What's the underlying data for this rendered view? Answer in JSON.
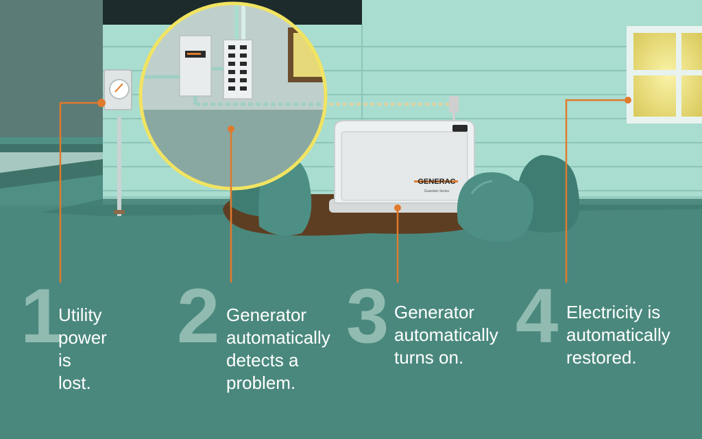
{
  "brand": {
    "logo_text": "GENERAC",
    "series_text": "Guardian Series"
  },
  "steps": [
    {
      "number": "1",
      "text": "Utility power\nis lost."
    },
    {
      "number": "2",
      "text": "Generator\nautomatically\ndetects a\nproblem."
    },
    {
      "number": "3",
      "text": "Generator\nautomatically\nturns on."
    },
    {
      "number": "4",
      "text": "Electricity is\nautomatically\nrestored."
    }
  ],
  "colors": {
    "ground": "#4f8f84",
    "siding": "#a9ddd0",
    "callout_line": "#e07a2c",
    "zoom_ring": "#f1e462",
    "window_light": "#f0e07a"
  }
}
